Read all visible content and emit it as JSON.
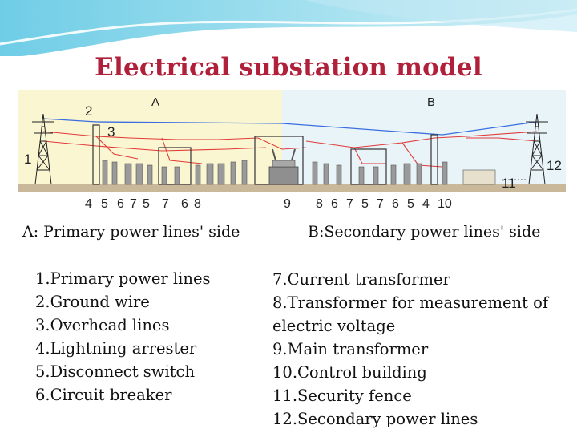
{
  "title": "Electrical substation model",
  "diagram": {
    "section_labels": {
      "a": "A",
      "b": "B"
    },
    "callouts_top": [
      "1",
      "2",
      "3",
      "11",
      "12"
    ],
    "bottom_numbers": [
      "4",
      "5",
      "6",
      "7",
      "5",
      "7",
      "6",
      "8",
      "9",
      "8",
      "6",
      "7",
      "5",
      "7",
      "6",
      "5",
      "4",
      "10"
    ]
  },
  "captions": {
    "a": "A: Primary power lines' side",
    "b": "B:Secondary power lines' side"
  },
  "legend_left": [
    "1.Primary power lines",
    "2.Ground wire",
    "3.Overhead lines",
    "4.Lightning arrester",
    "5.Disconnect switch",
    "6.Circuit breaker"
  ],
  "legend_right": [
    "7.Current transformer",
    "8.Transformer for measurement of",
    "electric voltage",
    "9.Main transformer",
    "10.Control building",
    "11.Security fence",
    "12.Secondary power lines"
  ],
  "colors": {
    "title": "#b0203a",
    "side_a_background": "#fbf6d2",
    "side_b_background": "#e9f4f8",
    "overhead_lines": "#e03a3a",
    "ground_wire": "#3a6ee0"
  }
}
